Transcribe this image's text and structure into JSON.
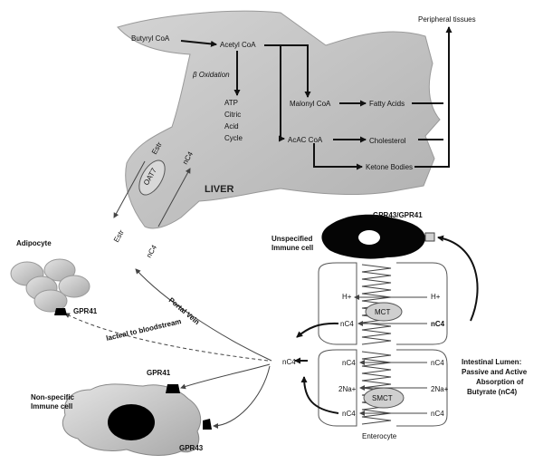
{
  "liver": {
    "label": "LIVER",
    "butyryl_coa": "Butyryl CoA",
    "acetyl_coa": "Acetyl CoA",
    "beta_oxidation": "β Oxidation",
    "atp": "ATP",
    "citric": "Citric",
    "acid": "Acid",
    "cycle": "Cycle",
    "malonyl_coa": "Malonyl CoA",
    "fatty_acids": "Fatty Acids",
    "acac_coa": "AcAC CoA",
    "cholesterol": "Cholesterol",
    "ketone_bodies": "Ketone Bodies",
    "peripheral_tissues": "Peripheral tissues",
    "oat7": "OAT7",
    "estr": "Estr",
    "nc4": "nC4"
  },
  "portal_vein": "Portal Vein",
  "lacteal": "lacteal to bloodstream",
  "adipocyte": {
    "label": "Adipocyte",
    "receptor": "GPR41"
  },
  "immune_nonspecific": {
    "label_line1": "Non-specific",
    "label_line2": "Immune cell",
    "gpr41": "GPR41",
    "gpr43": "GPR43"
  },
  "immune_unspecified": {
    "label_line1": "Unspecified",
    "label_line2": "Immune cell",
    "receptor": "GPR43/GPR41"
  },
  "enterocyte": {
    "label": "Enterocyte",
    "mct": "MCT",
    "smct": "SMCT",
    "h_plus": "H+",
    "na": "2Na+",
    "nc4": "nC4"
  },
  "lumen": {
    "line1": "Intestinal Lumen:",
    "line2": "Passive and Active",
    "line3": "Absorption of",
    "line4": "Butyrate (nC4)"
  }
}
